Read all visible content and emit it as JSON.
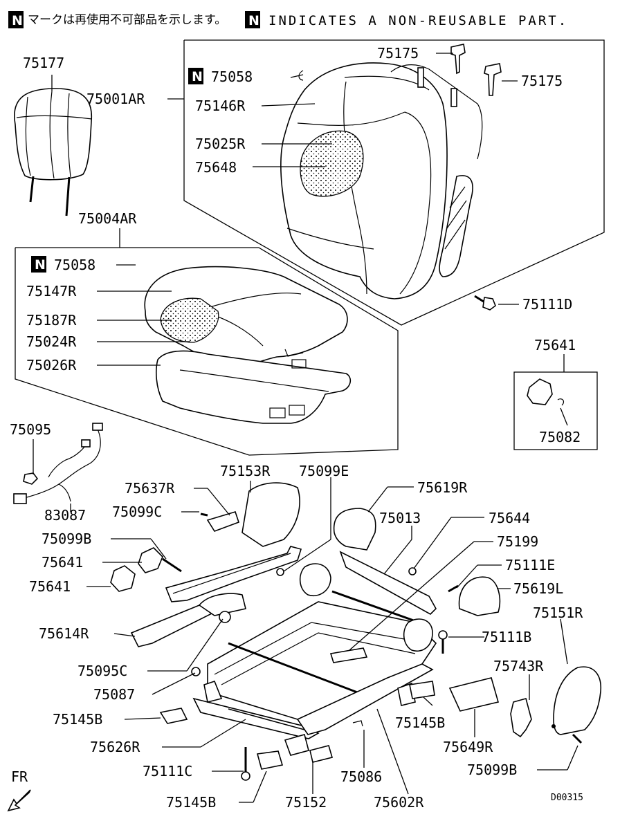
{
  "header": {
    "notice_ja": "マークは再使用不可部品を示します。",
    "notice_en": "INDICATES A NON-REUSABLE PART.",
    "symbol": "N"
  },
  "callouts": {
    "c75177": "75177",
    "c75001AR": "75001AR",
    "c75058a": "75058",
    "c75146R": "75146R",
    "c75025R": "75025R",
    "c75648": "75648",
    "c75175a": "75175",
    "c75175b": "75175",
    "c75004AR": "75004AR",
    "c75058b": "75058",
    "c75147R": "75147R",
    "c75187R": "75187R",
    "c75024R": "75024R",
    "c75026R": "75026R",
    "c75111D": "75111D",
    "c75641a": "75641",
    "c75082": "75082",
    "c75095": "75095",
    "c83087": "83087",
    "c75153R": "75153R",
    "c75099E": "75099E",
    "c75637R": "75637R",
    "c75099C": "75099C",
    "c75619R": "75619R",
    "c75013": "75013",
    "c75644": "75644",
    "c75099B": "75099B",
    "c75199": "75199",
    "c75641b": "75641",
    "c75111E": "75111E",
    "c75641c": "75641",
    "c75619L": "75619L",
    "c75151R": "75151R",
    "c75614R": "75614R",
    "c75111B": "75111B",
    "c75743R": "75743R",
    "c75095C": "75095C",
    "c75087": "75087",
    "c75145Ba": "75145B",
    "c75145Bb": "75145B",
    "c75626R": "75626R",
    "c75649R": "75649R",
    "c75111C": "75111C",
    "c75086": "75086",
    "c75099Bb": "75099B",
    "c75145Bc": "75145B",
    "c75152": "75152",
    "c75602R": "75602R"
  },
  "direction": "FR",
  "diagram_id": "D00315"
}
